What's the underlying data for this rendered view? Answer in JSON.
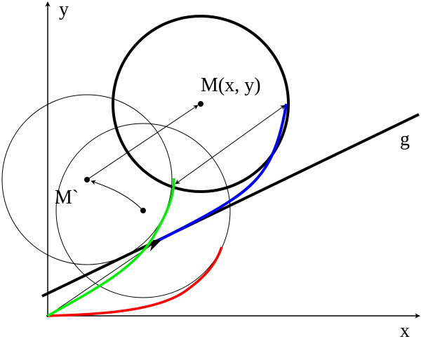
{
  "labels": {
    "y_axis": "y",
    "x_axis": "x",
    "line_g": "g",
    "point_m": "M(x, y)",
    "point_m_prime": "M`"
  },
  "colors": {
    "blue_curve": "#0000ff",
    "green_curve": "#00ee00",
    "red_curve": "#ff0000",
    "ink": "#000000"
  }
}
